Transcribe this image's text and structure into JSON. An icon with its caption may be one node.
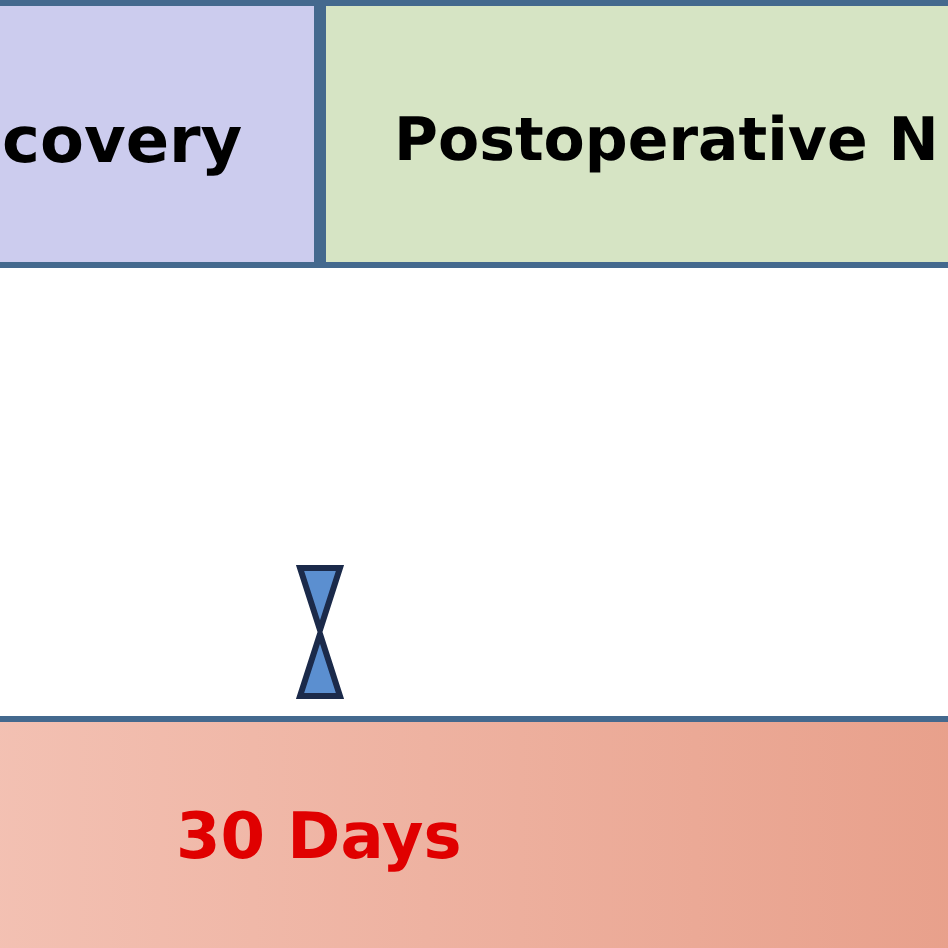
{
  "diagram": {
    "nodes": [
      {
        "text": [
          "covery"
        ]
      },
      {
        "text": [
          "Postoperative N"
        ]
      },
      {
        "text": [
          "30 Days"
        ]
      }
    ]
  }
}
